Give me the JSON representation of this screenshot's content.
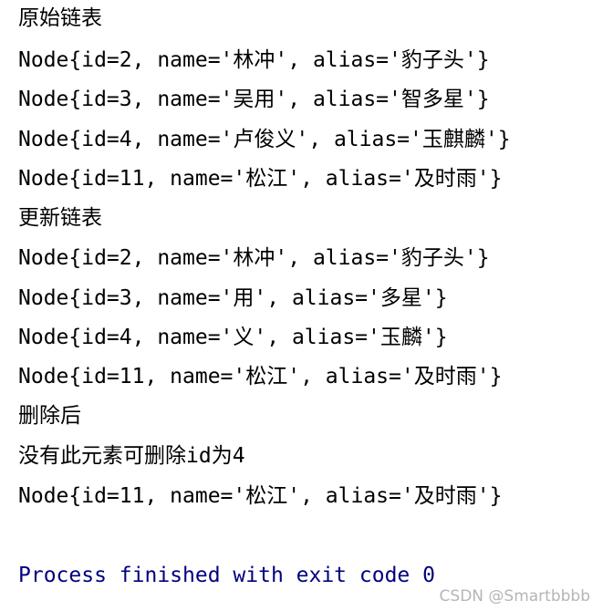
{
  "console": {
    "lines": [
      "原始链表",
      "Node{id=2, name='林冲', alias='豹子头'}",
      "Node{id=3, name='吴用', alias='智多星'}",
      "Node{id=4, name='卢俊义', alias='玉麒麟'}",
      "Node{id=11, name='松江', alias='及时雨'}",
      "更新链表",
      "Node{id=2, name='林冲', alias='豹子头'}",
      "Node{id=3, name='用', alias='多星'}",
      "Node{id=4, name='义', alias='玉麟'}",
      "Node{id=11, name='松江', alias='及时雨'}",
      "删除后",
      "没有此元素可删除id为4",
      "Node{id=11, name='松江', alias='及时雨'}"
    ],
    "exit_message": "Process finished with exit code 0",
    "exit_color": "#000080"
  },
  "watermark": "CSDN @Smartbbbb"
}
